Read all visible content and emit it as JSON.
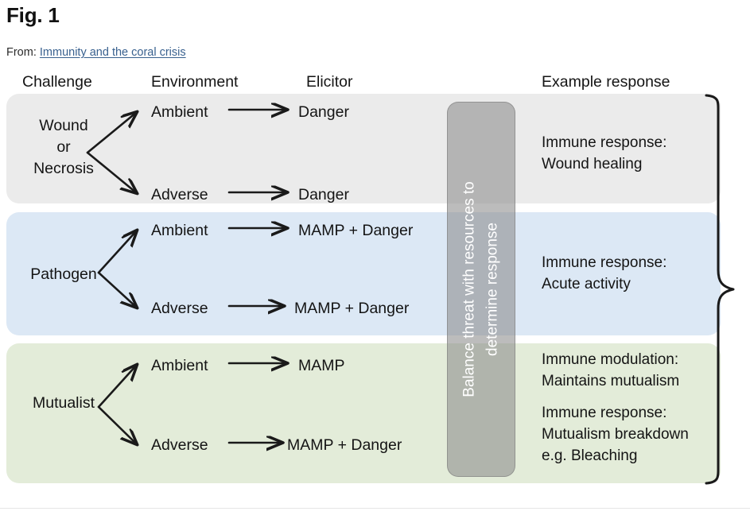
{
  "header": {
    "figure_title": "Fig. 1",
    "from_label": "From:",
    "from_link_text": "Immunity and the coral crisis"
  },
  "column_headers": {
    "challenge": "Challenge",
    "environment": "Environment",
    "elicitor": "Elicitor",
    "example_response": "Example response"
  },
  "center_bar": {
    "text": "Balance threat with resources to\ndetermine response"
  },
  "rows": [
    {
      "challenge": "Wound\nor\nNecrosis",
      "fill": "#ebebeb",
      "branches": [
        {
          "environment": "Ambient",
          "elicitor": "Danger"
        },
        {
          "environment": "Adverse",
          "elicitor": "Danger"
        }
      ],
      "response": "Immune response:\nWound healing"
    },
    {
      "challenge": "Pathogen",
      "fill": "#dce8f5",
      "branches": [
        {
          "environment": "Ambient",
          "elicitor": "MAMP + Danger"
        },
        {
          "environment": "Adverse",
          "elicitor": "MAMP + Danger"
        }
      ],
      "response": "Immune response:\nAcute activity"
    },
    {
      "challenge": "Mutualist",
      "fill": "#e3ecd9",
      "branches": [
        {
          "environment": "Ambient",
          "elicitor": "MAMP"
        },
        {
          "environment": "Adverse",
          "elicitor": "MAMP + Danger"
        }
      ],
      "response_primary": "Immune modulation:\nMaintains mutualism",
      "response_secondary": "Immune response:\nMutualism breakdown\ne.g. Bleaching"
    }
  ],
  "colors": {
    "panel_grey": "#ebebeb",
    "panel_blue": "#dce8f5",
    "panel_green": "#e3ecd9",
    "center_bar": "#8c8c8c",
    "link": "#39618f",
    "text": "#141414",
    "stroke": "#1a1a1a"
  }
}
